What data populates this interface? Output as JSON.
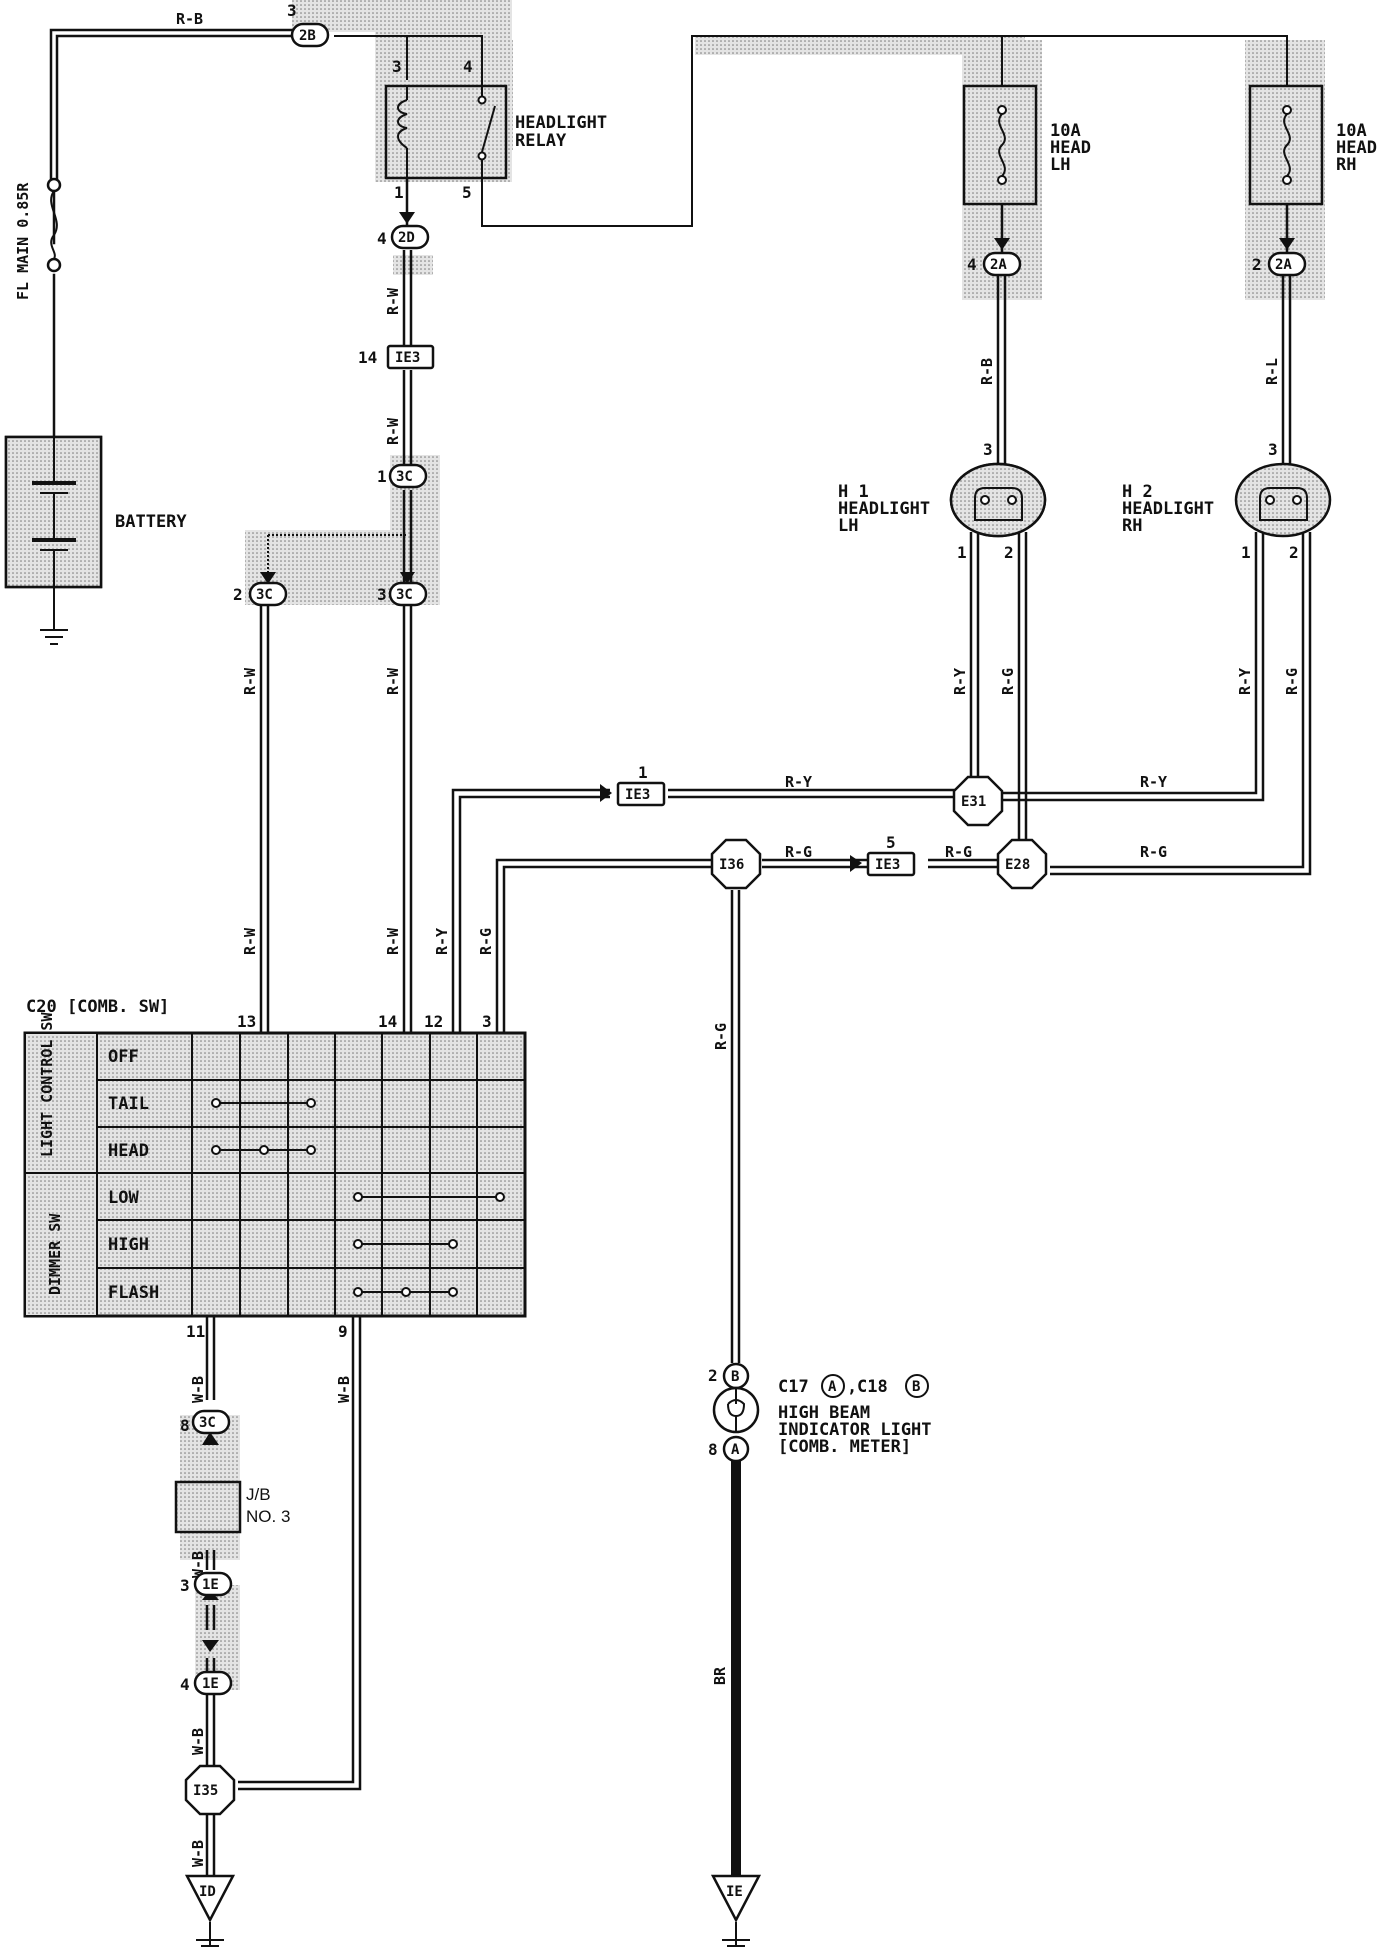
{
  "components": {
    "battery_label": "BATTERY",
    "fuse_main": "FL MAIN 0.85R",
    "relay_line1": "HEADLIGHT",
    "relay_line2": "RELAY",
    "fuse_lh": [
      "10A",
      "HEAD",
      "LH"
    ],
    "fuse_rh": [
      "10A",
      "HEAD",
      "RH"
    ],
    "h1": [
      "H 1",
      "HEADLIGHT",
      "LH"
    ],
    "h2": [
      "H 2",
      "HEADLIGHT",
      "RH"
    ],
    "switch_title": "C20 [COMB. SW]",
    "jb_line1": "J/B",
    "jb_line2": "NO. 3",
    "meter_line1a": "C17",
    "meter_line1b": "C18",
    "meter_line2": "HIGH BEAM",
    "meter_line3": "INDICATOR LIGHT",
    "meter_line4": "[COMB. METER]"
  },
  "switch": {
    "group_light": "LIGHT CONTROL SW",
    "group_dimmer": "DIMMER SW",
    "rows": [
      "OFF",
      "TAIL",
      "HEAD",
      "LOW",
      "HIGH",
      "FLASH"
    ],
    "pins_top": [
      "13",
      "14",
      "12",
      "3"
    ],
    "pins_bottom": [
      "11",
      "9"
    ]
  },
  "connectors": {
    "c2B": "2B",
    "c2D": "2D",
    "c2A": "2A",
    "c3C": "3C",
    "c1E": "1E",
    "IE3": "IE3",
    "E31": "E31",
    "E28": "E28",
    "I36": "I36",
    "I35": "I35",
    "ID": "ID",
    "IE": "IE",
    "A": "A",
    "B": "B"
  },
  "wires": {
    "RB": "R-B",
    "RW": "R-W",
    "RL": "R-L",
    "RY": "R-Y",
    "RG": "R-G",
    "WB": "W-B",
    "BR": "BR"
  },
  "pins": {
    "p3": "3",
    "p4": "4",
    "p1": "1",
    "p5": "5",
    "p2": "2",
    "p14": "14",
    "p8": "8"
  }
}
